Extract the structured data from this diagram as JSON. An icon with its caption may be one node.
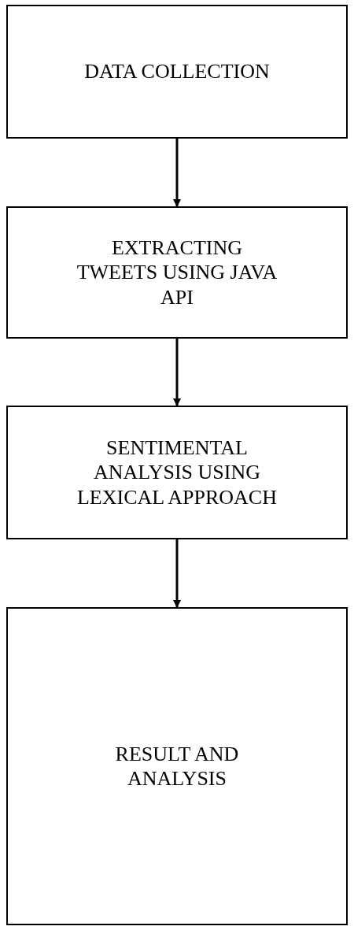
{
  "diagram": {
    "nodes": [
      {
        "text": [
          "DATA COLLECTION"
        ]
      },
      {
        "text": [
          "EXTRACTING TWEETS USING JAVA API"
        ]
      },
      {
        "text": [
          "SENTIMENTAL ANALYSIS USING LEXICAL APPROACH"
        ]
      },
      {
        "text": [
          "RESULT AND ANALYSIS"
        ]
      }
    ],
    "edges": [
      {
        "from": 0,
        "to": 1,
        "arrow": "to"
      },
      {
        "from": 1,
        "to": 2,
        "arrow": "to"
      },
      {
        "from": 2,
        "to": 3,
        "arrow": "to"
      }
    ]
  }
}
